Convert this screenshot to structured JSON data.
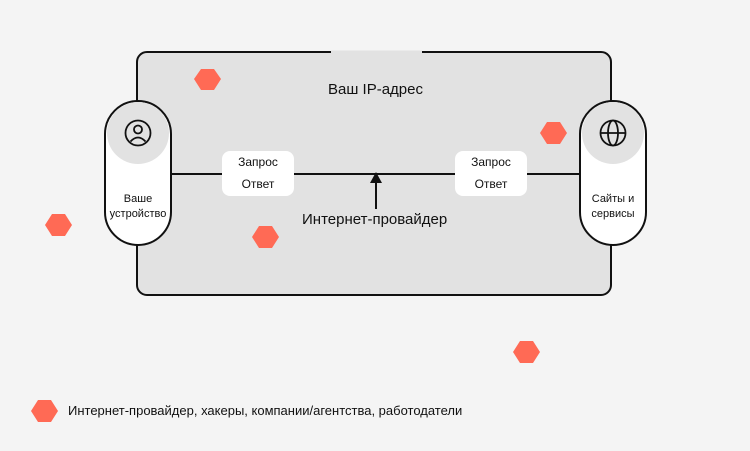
{
  "diagram": {
    "title": "Ваш IP-адрес",
    "isp_label": "Интернет-провайдер",
    "left_node": {
      "line1": "Ваше",
      "line2": "устройство",
      "icon": "user-icon"
    },
    "right_node": {
      "line1": "Сайты и",
      "line2": "сервисы",
      "icon": "globe-icon"
    },
    "left_pill": {
      "request": "Запрос",
      "response": "Ответ"
    },
    "right_pill": {
      "request": "Запрос",
      "response": "Ответ"
    },
    "legend": {
      "text": "Интернет-провайдер, хакеры, компании/агентства, работодатели",
      "marker": "hexagon"
    },
    "colors": {
      "background": "#f4f4f4",
      "box": "#e2e2e2",
      "node_fill": "#ffffff",
      "icon_circle": "#e2e2e2",
      "hexagon": "#ff6a55",
      "stroke": "#111111"
    }
  }
}
